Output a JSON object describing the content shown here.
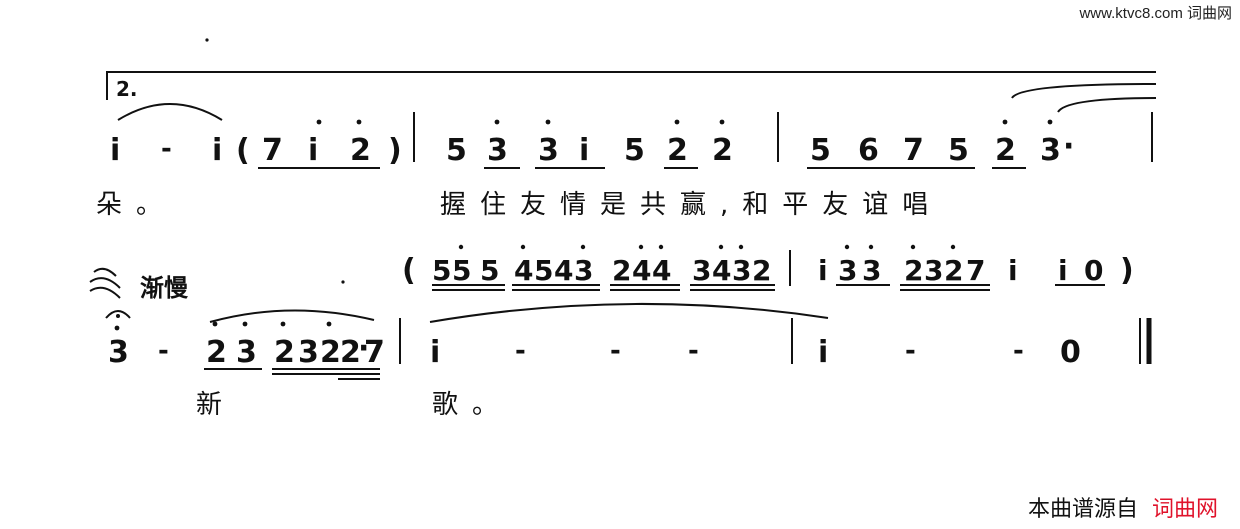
{
  "header": {
    "site_url": "www.ktvc8.com 词曲网"
  },
  "line1": {
    "volta_label": "2.",
    "bars": [
      [
        "i",
        "-",
        "i",
        "(",
        "7",
        "i",
        "2",
        ")"
      ],
      [
        "5",
        "3",
        "3",
        "i",
        "5",
        "2",
        "2"
      ],
      [
        "5",
        "6",
        "7",
        "5",
        "2",
        "3",
        "·"
      ]
    ],
    "lyric_a": "朵。",
    "lyric_b": "握住友情是共赢,和平友谊唱"
  },
  "line2": {
    "tempo": "渐慢",
    "intro": [
      [
        "(",
        "5",
        "5",
        "5",
        "4",
        "5",
        "4",
        "3",
        "2",
        "4",
        "4",
        "3",
        "4",
        "3",
        "2"
      ],
      [
        "i",
        "3",
        "3",
        "2",
        "3",
        "2",
        "7",
        "i",
        "i",
        "0",
        ")"
      ]
    ],
    "bars": [
      [
        "3",
        "-",
        "2",
        "3",
        "2",
        "3",
        "2",
        "2",
        "·",
        "7"
      ],
      [
        "i",
        "-",
        "-",
        "-"
      ],
      [
        "i",
        "-",
        "-",
        "0"
      ]
    ],
    "lyric_a": "新",
    "lyric_b": "歌。"
  },
  "footer": {
    "credit_prefix": "本曲谱源自",
    "credit_brand": "词曲网"
  }
}
